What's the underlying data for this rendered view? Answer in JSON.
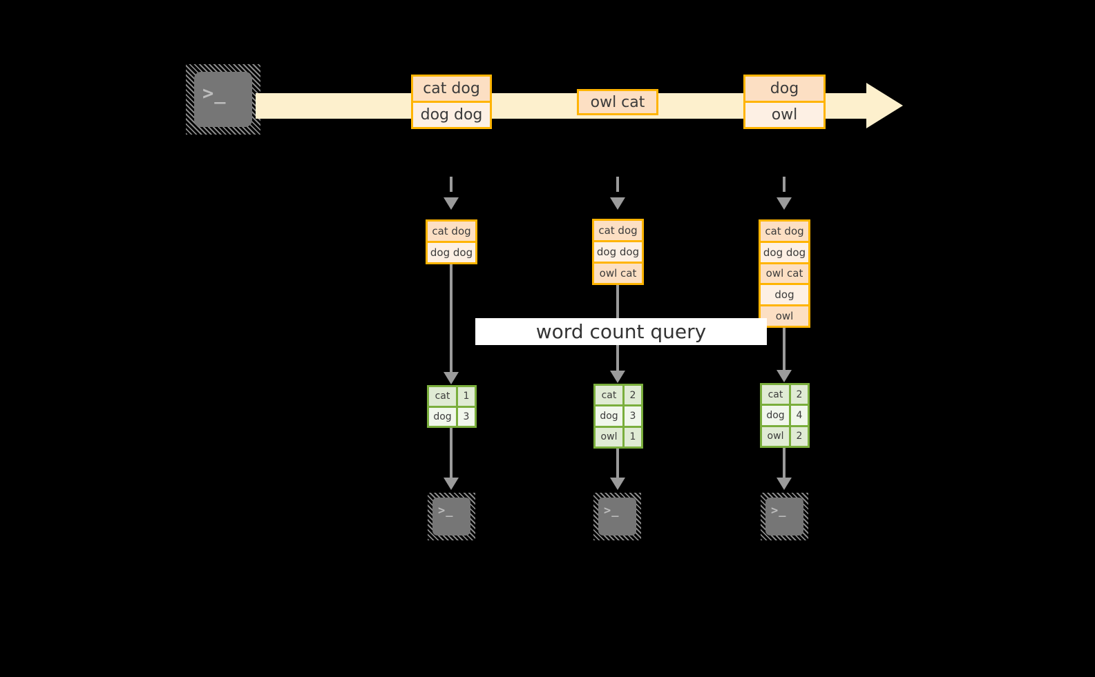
{
  "diagram": {
    "title": "word count query streaming diagram",
    "banner_label": "word count query",
    "source_icon": "terminal-icon",
    "sink_icon": "terminal-icon",
    "colors": {
      "background": "#000000",
      "stream_arrow": "#fdf0cd",
      "record_border": "#ffb400",
      "record_fill_dark": "#fcdfc3",
      "record_fill_light": "#fdf0e4",
      "table_border": "#7aae3c",
      "table_fill_dark": "#e0ebd4",
      "table_fill_light": "#f1f7ec",
      "connector": "#9b9b9b",
      "banner_fill": "#ffffff",
      "text": "#3b3b3b"
    }
  },
  "stream": {
    "groups": [
      {
        "id": "g1",
        "rows": [
          "cat dog",
          "dog dog"
        ]
      },
      {
        "id": "g2",
        "rows": [
          "owl cat"
        ]
      },
      {
        "id": "g3",
        "rows": [
          "dog",
          "owl"
        ]
      }
    ]
  },
  "columns": [
    {
      "id": "col1",
      "accumulated": [
        "cat dog",
        "dog dog"
      ],
      "result": {
        "rows": [
          {
            "word": "cat",
            "count": "1"
          },
          {
            "word": "dog",
            "count": "3"
          }
        ]
      }
    },
    {
      "id": "col2",
      "accumulated": [
        "cat dog",
        "dog dog",
        "owl cat"
      ],
      "result": {
        "rows": [
          {
            "word": "cat",
            "count": "2"
          },
          {
            "word": "dog",
            "count": "3"
          },
          {
            "word": "owl",
            "count": "1"
          }
        ]
      }
    },
    {
      "id": "col3",
      "accumulated": [
        "cat dog",
        "dog dog",
        "owl cat",
        "dog",
        "owl"
      ],
      "result": {
        "rows": [
          {
            "word": "cat",
            "count": "2"
          },
          {
            "word": "dog",
            "count": "4"
          },
          {
            "word": "owl",
            "count": "2"
          }
        ]
      }
    }
  ],
  "icons": {
    "terminal_prompt": ">_"
  }
}
